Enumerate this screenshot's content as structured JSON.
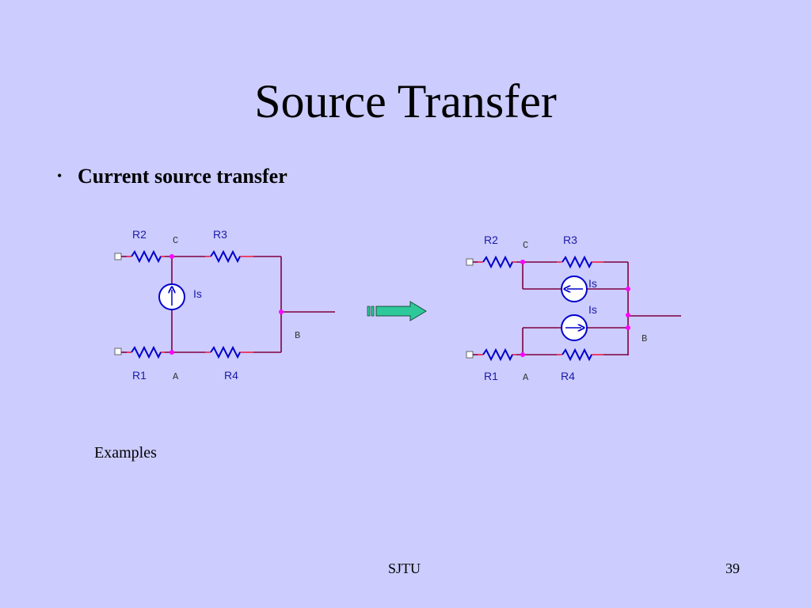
{
  "slide": {
    "title": "Source Transfer",
    "bullet": "Current source transfer",
    "caption": "Examples",
    "footer_center": "SJTU",
    "page_number": "39"
  },
  "left_circuit": {
    "r2": "R2",
    "r3": "R3",
    "r1": "R1",
    "r4": "R4",
    "node_c": "C",
    "node_a": "A",
    "node_b": "B",
    "source": "Is"
  },
  "right_circuit": {
    "r2": "R2",
    "r3": "R3",
    "r1": "R1",
    "r4": "R4",
    "node_c": "C",
    "node_a": "A",
    "node_b": "B",
    "source_top": "Is",
    "source_bottom": "Is"
  },
  "colors": {
    "background": "#ccccff",
    "wire": "#800040",
    "resistor": "#0000cc",
    "source": "#0000cc",
    "node_dot": "#ff00ff",
    "arrow_fill": "#2ec99a"
  }
}
